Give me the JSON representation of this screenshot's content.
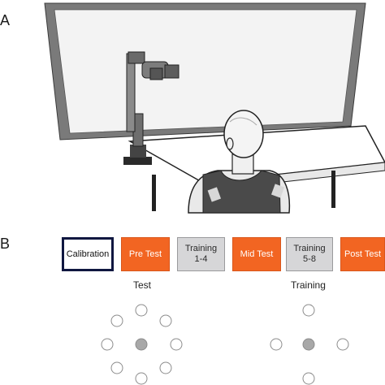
{
  "panels": {
    "a": "A",
    "b": "B"
  },
  "timeline": {
    "stages": [
      {
        "label": "Calibration",
        "kind": "calibration"
      },
      {
        "label": "Pre Test",
        "kind": "test"
      },
      {
        "label": "Training\n1-4",
        "kind": "training"
      },
      {
        "label": "Mid Test",
        "kind": "test"
      },
      {
        "label": "Training\n5-8",
        "kind": "training"
      },
      {
        "label": "Post Test",
        "kind": "test"
      }
    ],
    "group_labels": {
      "test": "Test",
      "training": "Training"
    }
  },
  "target_layouts": {
    "test": {
      "outer_targets": 8,
      "center": "filled"
    },
    "training": {
      "outer_targets": 4,
      "center": "filled"
    }
  },
  "colors": {
    "test_stage": "#f26522",
    "training_stage": "#d6d6d8",
    "calibration_border": "#0f1740",
    "center_target": "#a8a8a8",
    "outer_target_stroke": "#8c8c8c"
  }
}
